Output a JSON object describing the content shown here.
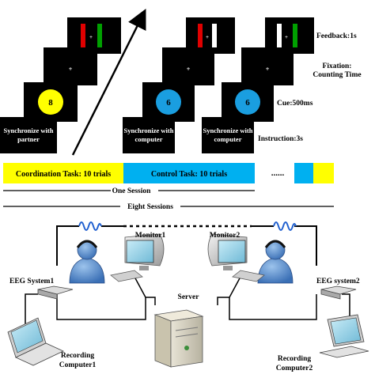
{
  "paradigm": {
    "coordination_screens": {
      "instruction": "Synchronize with partner",
      "instruction_line1": "Synchronize with",
      "instruction_line2": "partner",
      "cue_number": "8",
      "fixation": "+",
      "feedback_mark": "+",
      "cue_color": "#ffff00"
    },
    "control_screens_1": {
      "instruction_line1": "Synchronize with",
      "instruction_line2": "computer",
      "cue_number": "6",
      "fixation": "+",
      "feedback_mark": "+",
      "cue_color": "#1a9ee0"
    },
    "control_screens_2": {
      "instruction_line1": "Synchronize with",
      "instruction_line2": "computer",
      "cue_number": "6",
      "fixation": "+",
      "feedback_mark": "+",
      "cue_color": "#1a9ee0"
    },
    "step_labels": {
      "feedback": "Feedback:1s",
      "fixation_line1": "Fixation:",
      "fixation_line2": "Counting Time",
      "cue": "Cue:500ms",
      "instruction": "Instruction:3s"
    }
  },
  "session_bar": {
    "coordination": "Coordination Task: 10 trials",
    "control": "Control Task: 10 trials",
    "ellipsis": "......",
    "one_session": "One Session",
    "eight_sessions": "Eight Sessions",
    "colors": {
      "coordination": "#ffff00",
      "control": "#00b0f0"
    }
  },
  "network": {
    "monitor1": "Monitor1",
    "monitor2": "Monitor2",
    "server": "Server",
    "eeg1": "EEG System1",
    "eeg2": "EEG system2",
    "rec1_line1": "Recording",
    "rec1_line2": "Computer1",
    "rec2_line1": "Recording",
    "rec2_line2": "Computer2"
  }
}
